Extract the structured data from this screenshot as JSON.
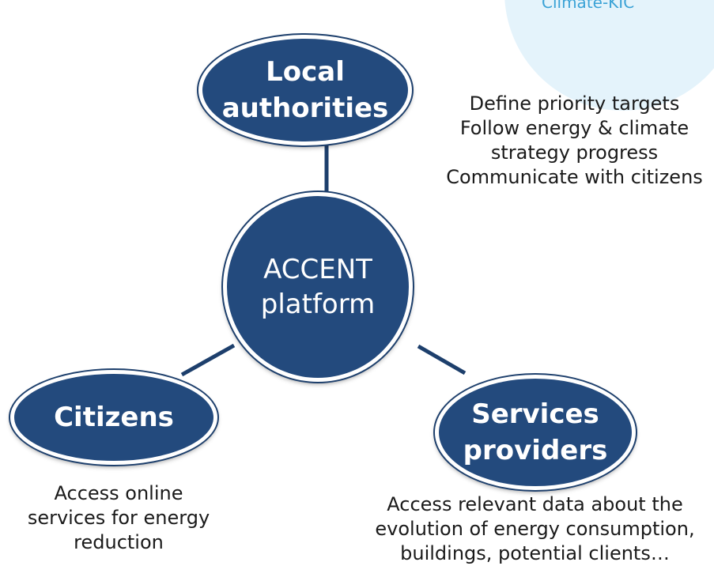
{
  "corner_badge": {
    "text": "Climate-KIC"
  },
  "center": {
    "lines": [
      "ACCENT",
      "platform"
    ]
  },
  "local_authorities": {
    "label_lines": [
      "Local",
      "authorities"
    ],
    "description_lines": [
      "Define priority targets",
      "Follow energy & climate",
      "strategy  progress",
      "Communicate with citizens"
    ]
  },
  "citizens": {
    "label_lines": [
      "Citizens"
    ],
    "description_lines": [
      "Access online",
      "services for energy",
      "reduction"
    ]
  },
  "services_providers": {
    "label_lines": [
      "Services",
      "providers"
    ],
    "description_lines": [
      "Access relevant data about the",
      "evolution of energy consumption,",
      "buildings, potential clients…"
    ]
  },
  "colors": {
    "node_fill": "#234a7d",
    "connector": "#1d3f6c",
    "badge_text": "#3aa2d6",
    "badge_bg": "#e4f3fb"
  }
}
